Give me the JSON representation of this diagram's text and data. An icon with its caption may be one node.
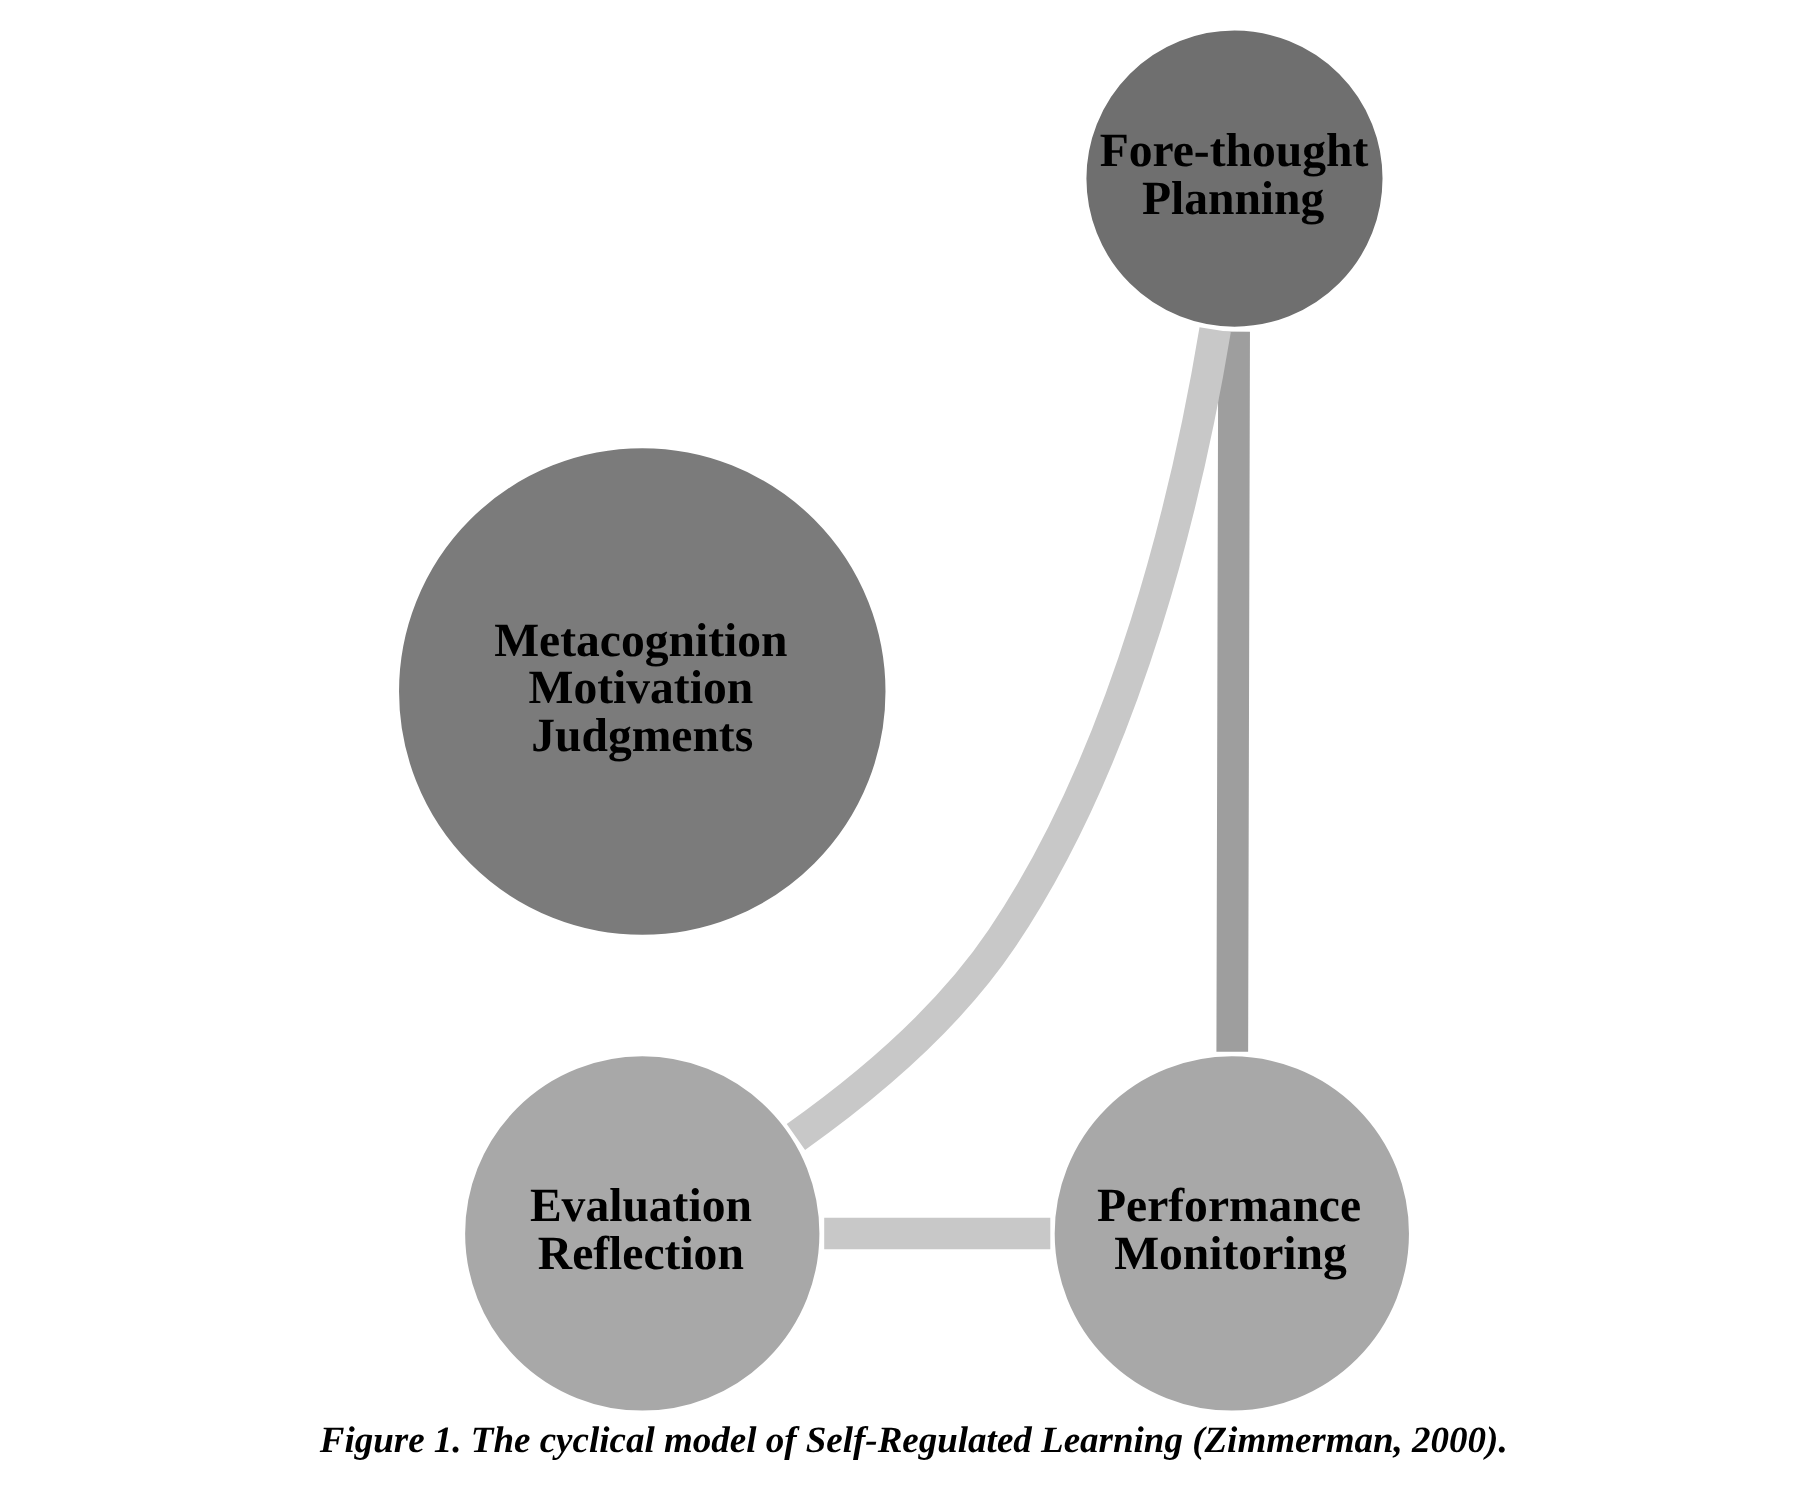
{
  "diagram": {
    "caption": "Figure 1. The cyclical model of Self-Regulated Learning (Zimmerman, 2000).",
    "nodes": [
      {
        "text": [
          "Fore-thought Planning"
        ]
      },
      {
        "text": [
          "Performance Monitoring"
        ]
      },
      {
        "text": [
          "Evaluation Reflection"
        ]
      },
      {
        "text": [
          "Metacognition Motivation Judgments"
        ]
      }
    ],
    "edges": [
      {
        "from": 0,
        "to": 1,
        "arrow": "none",
        "color": "#9e9e9e"
      },
      {
        "from": 1,
        "to": 2,
        "arrow": "none"
      },
      {
        "from": 2,
        "to": 0,
        "arrow": "none"
      }
    ]
  }
}
